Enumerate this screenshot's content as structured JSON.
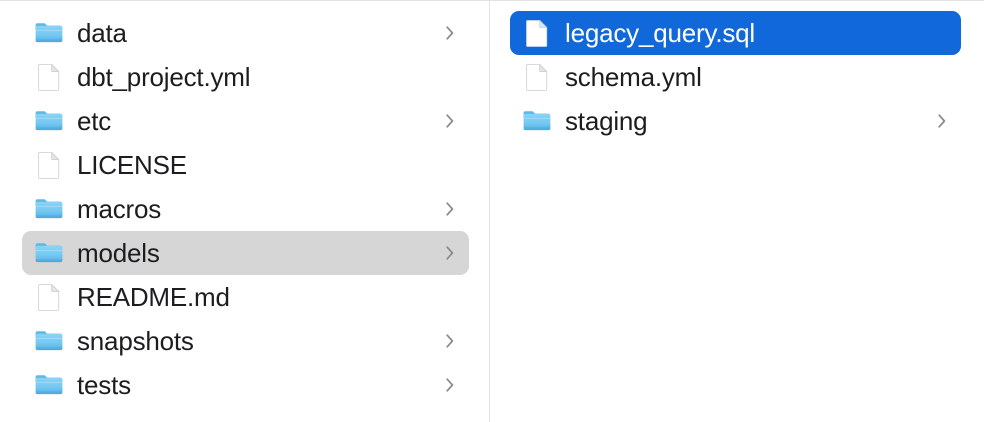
{
  "view": {
    "name": "finder-column-view",
    "background": "#ffffff",
    "divider_color": "#e3e3e3",
    "selection_active_color": "#1168da",
    "selection_inactive_color": "#d6d6d6",
    "text_color": "#1d1d1f",
    "chevron_color": "#8a8a8e",
    "folder_icon_color": "#63c0f0",
    "file_icon_color": "#ffffff"
  },
  "columns": [
    {
      "name": "column-project-root",
      "items": [
        {
          "label": "data",
          "icon": "folder-icon",
          "kind": "folder",
          "has_chevron": true,
          "selected": false,
          "selection_style": "none"
        },
        {
          "label": "dbt_project.yml",
          "icon": "document-icon",
          "kind": "file",
          "has_chevron": false,
          "selected": false,
          "selection_style": "none"
        },
        {
          "label": "etc",
          "icon": "folder-icon",
          "kind": "folder",
          "has_chevron": true,
          "selected": false,
          "selection_style": "none"
        },
        {
          "label": "LICENSE",
          "icon": "document-icon",
          "kind": "file",
          "has_chevron": false,
          "selected": false,
          "selection_style": "none"
        },
        {
          "label": "macros",
          "icon": "folder-icon",
          "kind": "folder",
          "has_chevron": true,
          "selected": false,
          "selection_style": "none"
        },
        {
          "label": "models",
          "icon": "folder-icon",
          "kind": "folder",
          "has_chevron": true,
          "selected": true,
          "selection_style": "gray"
        },
        {
          "label": "README.md",
          "icon": "document-icon",
          "kind": "file",
          "has_chevron": false,
          "selected": false,
          "selection_style": "none"
        },
        {
          "label": "snapshots",
          "icon": "folder-icon",
          "kind": "folder",
          "has_chevron": true,
          "selected": false,
          "selection_style": "none"
        },
        {
          "label": "tests",
          "icon": "folder-icon",
          "kind": "folder",
          "has_chevron": true,
          "selected": false,
          "selection_style": "none"
        }
      ]
    },
    {
      "name": "column-models",
      "items": [
        {
          "label": "legacy_query.sql",
          "icon": "document-icon",
          "kind": "file",
          "has_chevron": false,
          "selected": true,
          "selection_style": "blue"
        },
        {
          "label": "schema.yml",
          "icon": "document-icon",
          "kind": "file",
          "has_chevron": false,
          "selected": false,
          "selection_style": "none"
        },
        {
          "label": "staging",
          "icon": "folder-icon",
          "kind": "folder",
          "has_chevron": true,
          "selected": false,
          "selection_style": "none"
        }
      ]
    }
  ]
}
